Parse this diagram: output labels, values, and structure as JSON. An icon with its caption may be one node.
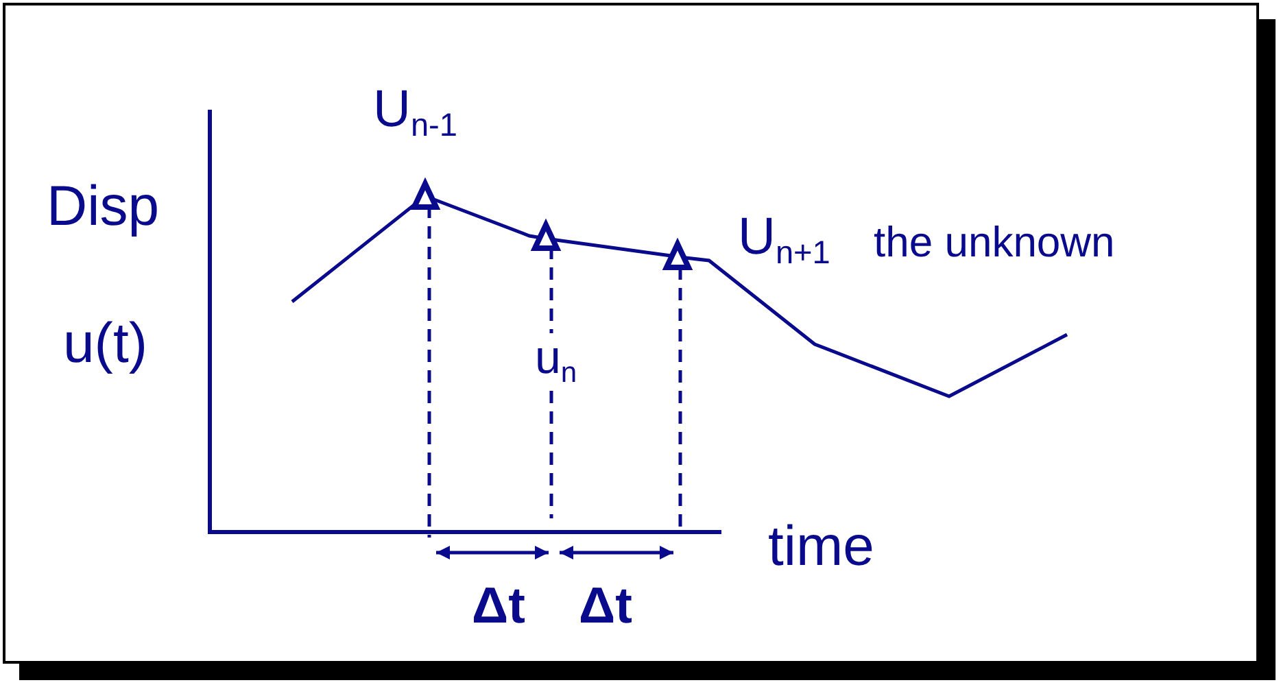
{
  "diagram": {
    "labels": [
      "U$_{n-1}$",
      "Disp",
      "U$_{n+1}$",
      "the unknown",
      "u(t)",
      "u$_{n}$",
      "time",
      "Δt",
      "Δt"
    ]
  }
}
